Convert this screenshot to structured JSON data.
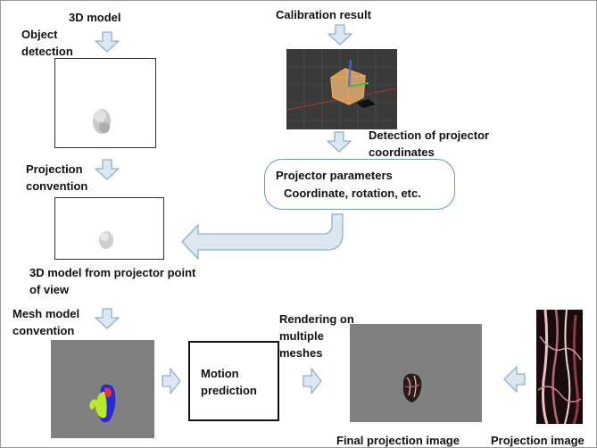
{
  "labels": {
    "model_3d": "3D model",
    "object_detection": "Object detection",
    "calibration_result": "Calibration result",
    "detection_of_projector": "Detection of projector coordinates",
    "projection_convention": "Projection convention",
    "projector_parameters_title": "Projector parameters",
    "projector_parameters_detail": "Coordinate, rotation, etc.",
    "model_from_projector": "3D model from projector point of view",
    "mesh_model_convention": "Mesh model convention",
    "motion_prediction": "Motion prediction",
    "rendering_on_meshes": "Rendering on multiple meshes",
    "final_projection_image": "Final projection image",
    "projection_image": "Projection image"
  },
  "colors": {
    "arrow_fill": "#dce7f2",
    "arrow_stroke": "#8fb0d2",
    "callout_border": "#6f97c4",
    "gray_panel": "#808080",
    "dark_panel": "#3a3a3a"
  }
}
